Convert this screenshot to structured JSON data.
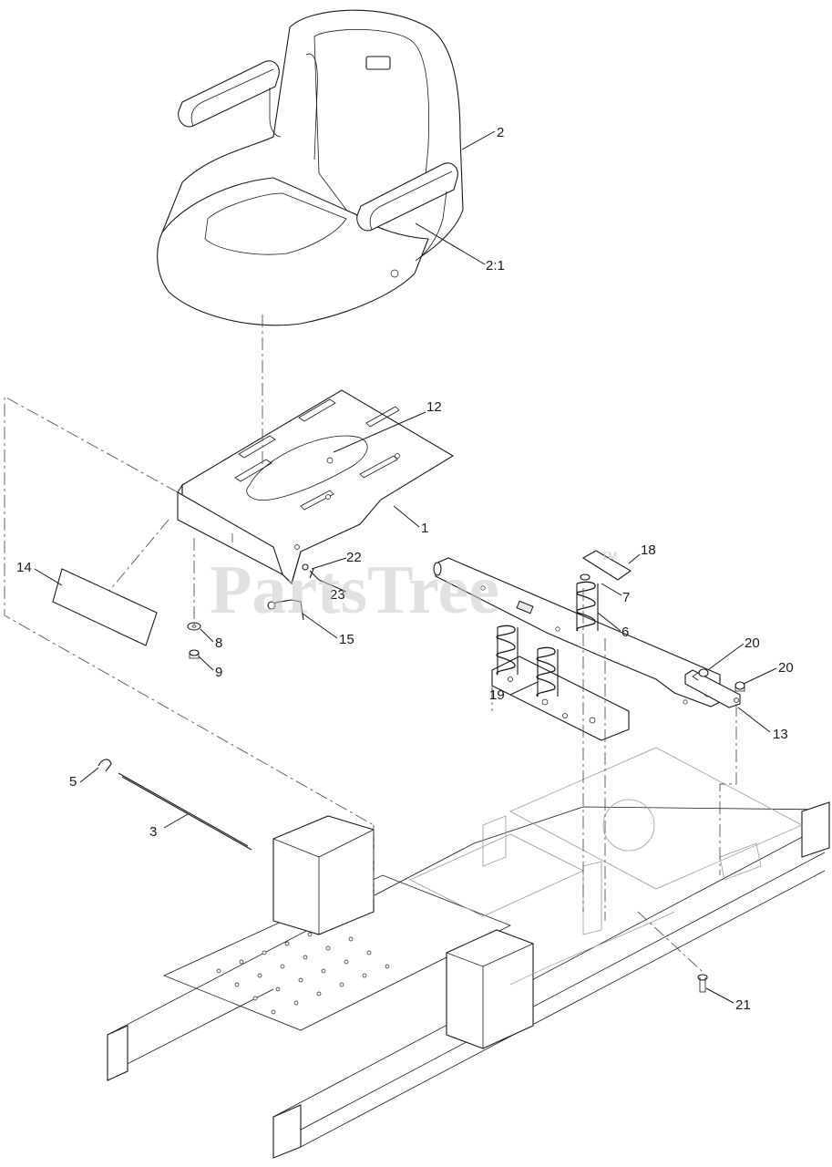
{
  "watermark": {
    "text": "PartsTree",
    "trademark": "TM"
  },
  "callouts": [
    {
      "id": "2",
      "label": "2"
    },
    {
      "id": "2-1",
      "label": "2:1"
    },
    {
      "id": "12",
      "label": "12"
    },
    {
      "id": "1",
      "label": "1"
    },
    {
      "id": "22",
      "label": "22"
    },
    {
      "id": "23",
      "label": "23"
    },
    {
      "id": "14",
      "label": "14"
    },
    {
      "id": "8",
      "label": "8"
    },
    {
      "id": "9",
      "label": "9"
    },
    {
      "id": "15",
      "label": "15"
    },
    {
      "id": "18",
      "label": "18"
    },
    {
      "id": "7",
      "label": "7"
    },
    {
      "id": "6",
      "label": "6"
    },
    {
      "id": "20a",
      "label": "20"
    },
    {
      "id": "20b",
      "label": "20"
    },
    {
      "id": "19",
      "label": "19"
    },
    {
      "id": "13",
      "label": "13"
    },
    {
      "id": "5",
      "label": "5"
    },
    {
      "id": "3",
      "label": "3"
    },
    {
      "id": "21",
      "label": "21"
    }
  ],
  "colors": {
    "line": "#1a1a1a",
    "watermark": "#c9c9c9",
    "background": "#ffffff"
  }
}
